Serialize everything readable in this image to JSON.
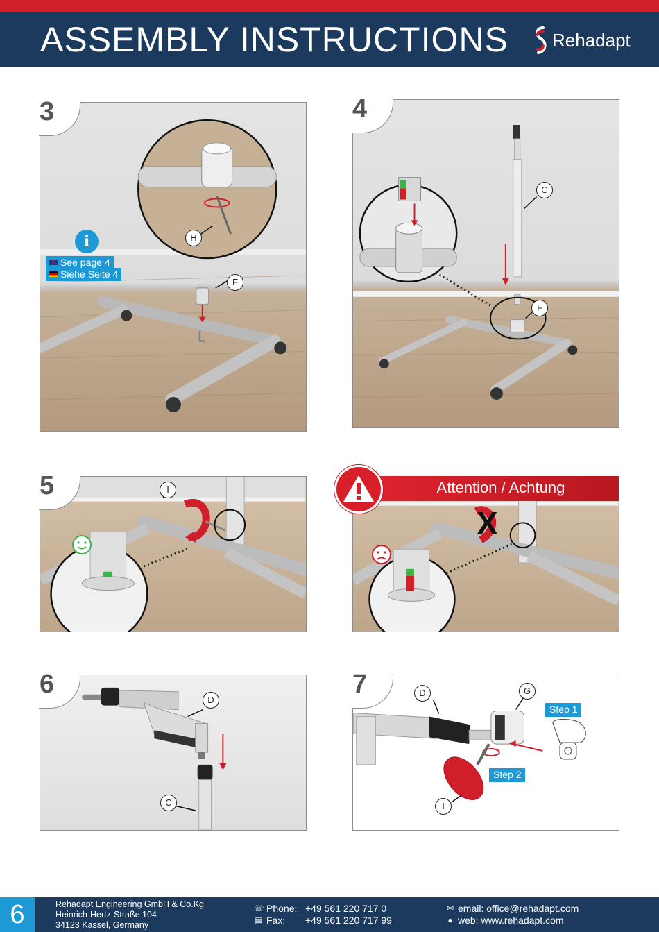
{
  "header": {
    "title": "ASSEMBLY  INSTRUCTIONS",
    "brand": "Rehadapt",
    "colors": {
      "top_band": "#d01f2a",
      "header_bg": "#1b3a5e",
      "accent_blue": "#1d9ad6"
    }
  },
  "steps": {
    "s3": {
      "number": "3",
      "labels": {
        "h": "H",
        "f": "F"
      },
      "info_icon": "i",
      "see_page_en": "See page 4",
      "see_page_de": "Siehe Seite 4"
    },
    "s4": {
      "number": "4",
      "labels": {
        "c": "C",
        "f": "F"
      }
    },
    "s5": {
      "number": "5",
      "labels": {
        "i": "I"
      },
      "status_icon": "smiley-happy-icon"
    },
    "attention": {
      "text": "Attention / Achtung",
      "icon": "warning-icon",
      "status_icon": "smiley-sad-icon",
      "cross": "X"
    },
    "s6": {
      "number": "6",
      "labels": {
        "d": "D",
        "c": "C"
      }
    },
    "s7": {
      "number": "7",
      "labels": {
        "d": "D",
        "g": "G",
        "i": "I"
      },
      "step1": "Step 1",
      "step2": "Step 2"
    }
  },
  "footer": {
    "page_number": "6",
    "company_line1": "Rehadapt Engineering GmbH & Co.Kg",
    "company_line2": "Heinrich-Hertz-Straße 104",
    "company_line3": "34123 Kassel, Germany",
    "phone_label": "Phone:",
    "phone": "+49 561 220 717 0",
    "fax_label": "Fax:",
    "fax": "+49 561 220 717 99",
    "email": "email: office@rehadapt.com",
    "web": "web: www.rehadapt.com"
  }
}
